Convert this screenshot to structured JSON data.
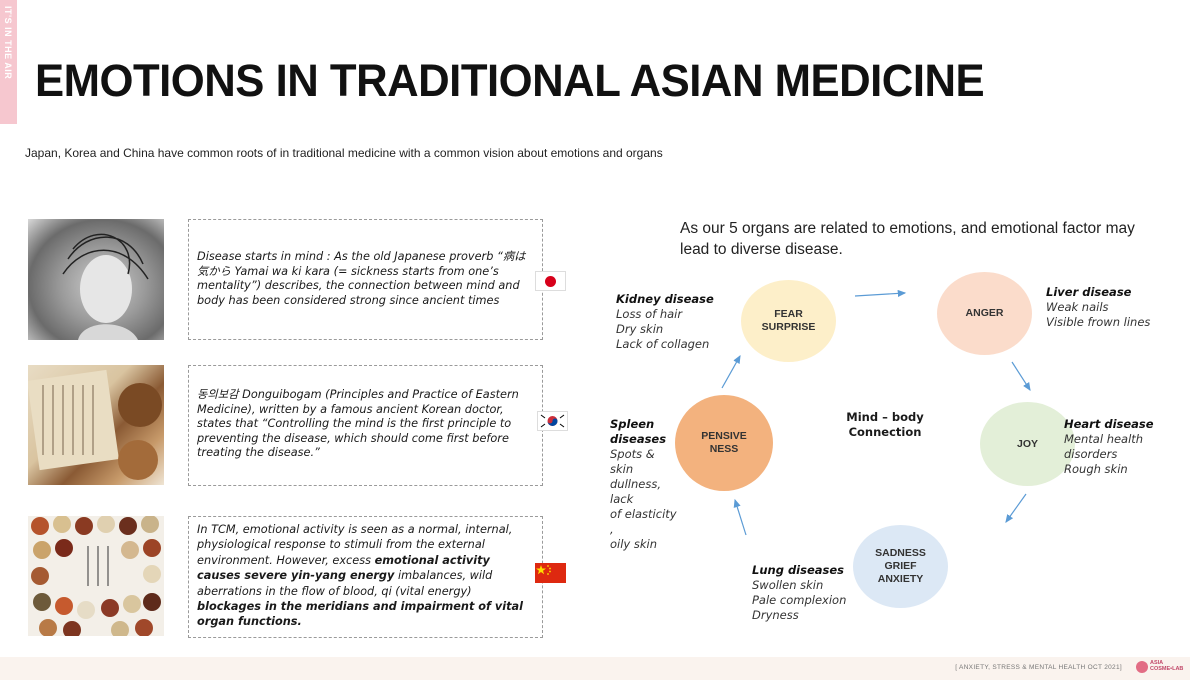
{
  "side_tab": "IT'S IN THE AIR",
  "title": "EMOTIONS IN TRADITIONAL ASIAN MEDICINE",
  "subtitle": "Japan, Korea and China  have common roots of in traditional medicine with a common vision about emotions and organs",
  "intro": "As our 5 organs are related to emotions, and emotional factor may lead to diverse disease.",
  "boxes": {
    "japan": {
      "text": "Disease starts in mind : As the old Japanese proverb “病は気から Yamai wa ki kara (= sickness starts from one’s mentality”) describes, the connection between mind and body has been considered strong since ancient times"
    },
    "korea": {
      "text": "동의보감 Donguibogam (Principles and Practice of Eastern Medicine), written by a famous ancient Korean doctor, states that  “Controlling the mind is the first principle to preventing the disease, which should come first before treating the disease.”"
    },
    "china": {
      "part1": "In TCM, emotional activity is seen as a normal, internal, physiological response to stimuli from the external environment. However, excess ",
      "bold1": "emotional activity causes severe yin-yang energy",
      "part2": " imbalances, wild aberrations in the flow of blood, qi (vital energy) ",
      "bold2": "blockages in the meridians and impairment of vital organ functions."
    }
  },
  "diagram": {
    "center": "Mind – body\nConnection",
    "fear": "FEAR\nSURPRISE",
    "anger": "ANGER",
    "joy": "JOY",
    "sadness": "SADNESS\nGRIEF\nANXIETY",
    "pensive": "PENSIVE\nNESS",
    "colors": {
      "fear": "#fdefc9",
      "anger": "#fbdccb",
      "joy": "#e3efd8",
      "sadness": "#dce8f5",
      "pensive": "#f3b27e",
      "arrow": "#5b9bd5"
    }
  },
  "diseases": {
    "kidney": {
      "heading": "Kidney disease",
      "lines": [
        "Loss of hair",
        "Dry skin",
        "Lack of collagen"
      ]
    },
    "liver": {
      "heading": "Liver disease",
      "lines": [
        "Weak nails",
        "Visible frown lines"
      ]
    },
    "heart": {
      "heading": "Heart disease",
      "lines": [
        "Mental health",
        "disorders",
        "Rough skin"
      ]
    },
    "spleen": {
      "heading1": "Spleen",
      "heading2": "diseases",
      "lines": [
        "Spots & skin",
        "dullness, lack",
        "of elasticity ,",
        "oily skin"
      ]
    },
    "lung": {
      "heading": "Lung diseases",
      "lines": [
        "Swollen skin",
        "Pale complexion",
        "Dryness"
      ]
    }
  },
  "footer": {
    "source": "[ ANXIETY, STRESS & MENTAL HEALTH OCT 2021]",
    "logo_line1": "ASIA",
    "logo_line2": "COSME•LAB"
  }
}
